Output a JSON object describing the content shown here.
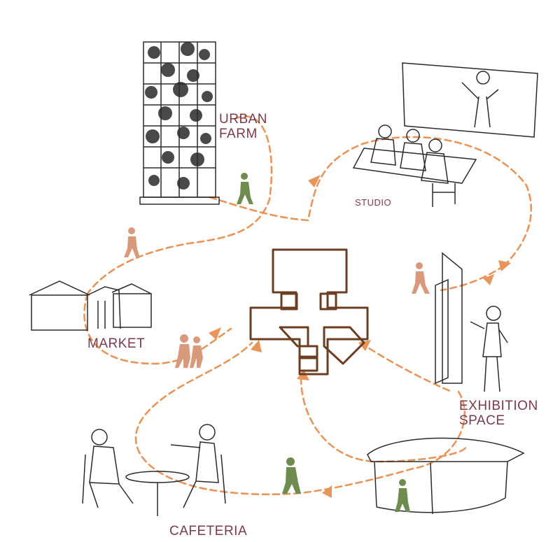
{
  "labels": {
    "urban_farm": "URBAN\nFARM",
    "studio": "STUDIO",
    "market": "MARKET",
    "exhibition": "EXHIBITION\nSPACE",
    "cafeteria": "CAFETERIA"
  },
  "colors": {
    "path": "#e8955a",
    "label": "#7a3b4a",
    "building": "#6b3e22",
    "sketch": "#2a2a2a",
    "figure_green": "#6e8c4f",
    "figure_salmon": "#d99a7c"
  }
}
